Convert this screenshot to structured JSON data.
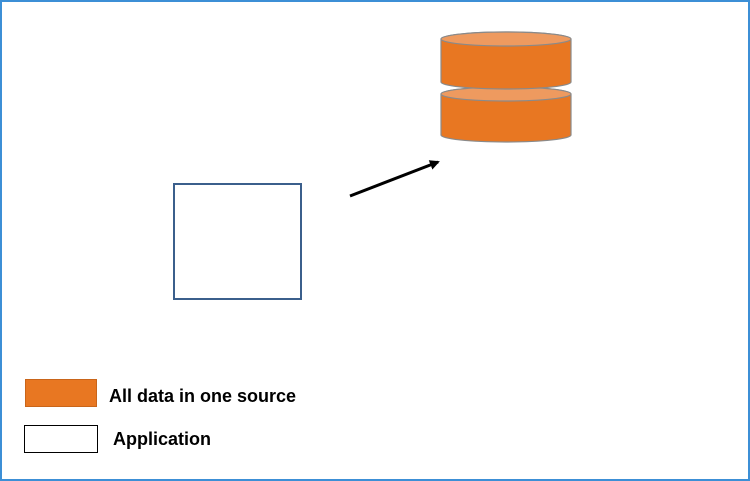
{
  "colors": {
    "frame_border": "#3c8fd6",
    "database_fill": "#e87722",
    "database_top": "#ee9a5f",
    "database_stroke": "#8a8a8a",
    "application_border": "#3b5f8c",
    "arrow": "#000000"
  },
  "diagram": {
    "nodes": [
      {
        "id": "database",
        "shape": "stacked-cylinder",
        "icon": "database-icon"
      },
      {
        "id": "application",
        "shape": "rectangle"
      }
    ],
    "edges": [
      {
        "from": "application",
        "to": "database",
        "style": "arrow"
      }
    ]
  },
  "legend": {
    "items": [
      {
        "label": "All data in one source",
        "swatch": "orange-fill"
      },
      {
        "label": "Application",
        "swatch": "white-outline"
      }
    ]
  }
}
